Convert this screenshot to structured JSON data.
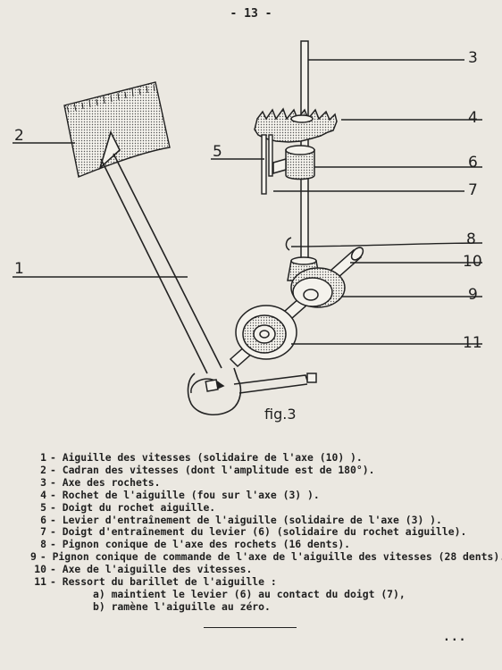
{
  "page": {
    "number": "- 13 -",
    "continuation": "..."
  },
  "figure": {
    "caption": "fig.3",
    "callouts": [
      {
        "id": "3",
        "label": "3"
      },
      {
        "id": "4",
        "label": "4"
      },
      {
        "id": "2",
        "label": "2"
      },
      {
        "id": "5",
        "label": "5"
      },
      {
        "id": "6",
        "label": "6"
      },
      {
        "id": "7",
        "label": "7"
      },
      {
        "id": "8",
        "label": "8"
      },
      {
        "id": "1",
        "label": "1"
      },
      {
        "id": "10",
        "label": "10"
      },
      {
        "id": "9",
        "label": "9"
      },
      {
        "id": "11",
        "label": "11"
      }
    ]
  },
  "legend": {
    "items": [
      {
        "num": "1",
        "text": "- Aiguille des vitesses (solidaire de l'axe (10) )."
      },
      {
        "num": "2",
        "text": "- Cadran des vitesses (dont l'amplitude est de 180°)."
      },
      {
        "num": "3",
        "text": "- Axe des rochets."
      },
      {
        "num": "4",
        "text": "- Rochet de l'aiguille (fou sur l'axe (3) )."
      },
      {
        "num": "5",
        "text": "- Doigt du rochet aiguille."
      },
      {
        "num": "6",
        "text": "- Levier d'entraînement de l'aiguille (solidaire de l'axe (3) )."
      },
      {
        "num": "7",
        "text": "- Doigt d'entraînement du levier (6)  (solidaire du rochet aiguille)."
      },
      {
        "num": "8",
        "text": "- Pignon conique de l'axe des rochets (16 dents)."
      },
      {
        "num": "9",
        "text": "- Pignon conique de commande de l'axe de l'aiguille des vitesses (28 dents)."
      },
      {
        "num": "10",
        "text": "- Axe de l'aiguille des vitesses."
      },
      {
        "num": "11",
        "text": "- Ressort du barillet de l'aiguille :"
      }
    ],
    "sub_items": [
      "a) maintient le levier (6) au contact du doigt (7),",
      "b) ramène l'aiguille au zéro."
    ]
  }
}
